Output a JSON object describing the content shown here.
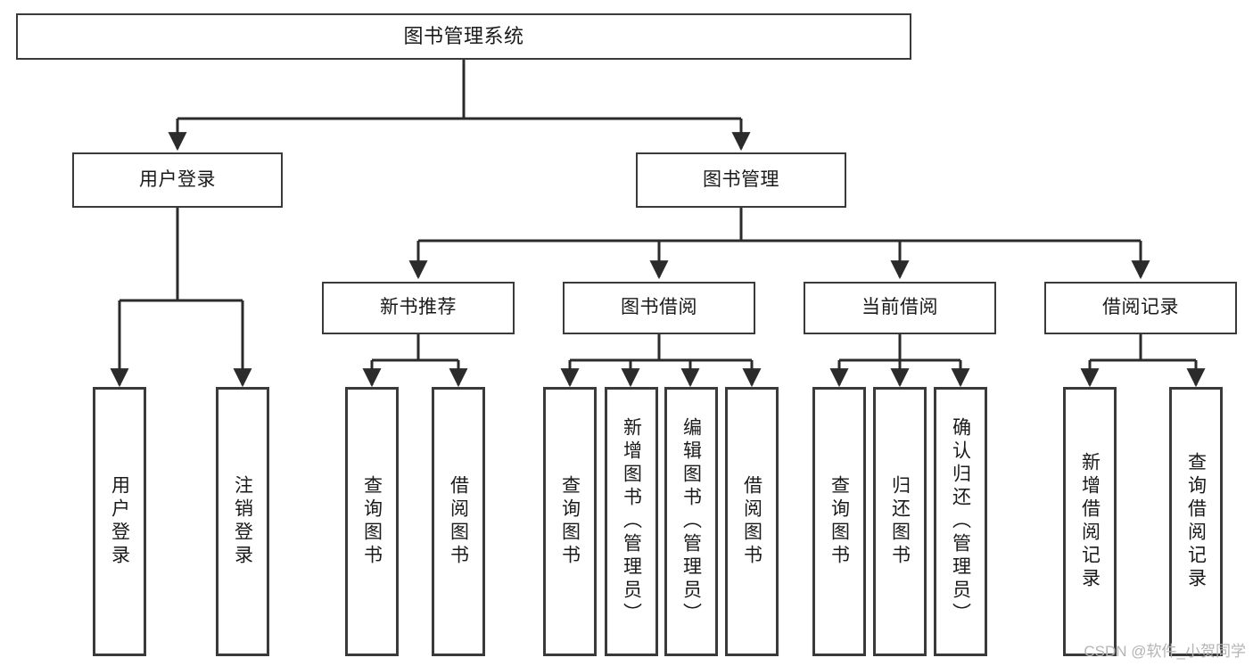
{
  "diagram": {
    "title": "图书管理系统",
    "type": "tree",
    "colors": {
      "box_border": "#3a3a3a",
      "box_fill": "#ffffff",
      "edge": "#2b2b2b",
      "text": "#1a1a1a",
      "watermark": "#b4b4b4",
      "background": "#ffffff"
    },
    "watermark": "CSDN @软件_小贺同学",
    "nodes": {
      "root": {
        "label": "图书管理系统"
      },
      "level1": [
        {
          "id": "user-login",
          "label": "用户登录"
        },
        {
          "id": "book-manage",
          "label": "图书管理"
        }
      ],
      "level2": [
        {
          "id": "new-book-recommend",
          "label": "新书推荐"
        },
        {
          "id": "book-borrow",
          "label": "图书借阅"
        },
        {
          "id": "current-borrow",
          "label": "当前借阅"
        },
        {
          "id": "borrow-record",
          "label": "借阅记录"
        }
      ],
      "leaves": {
        "user-login": [
          {
            "id": "leaf-user-login",
            "label": "用户登录"
          },
          {
            "id": "leaf-user-logout",
            "label": "注销登录"
          }
        ],
        "new-book-recommend": [
          {
            "id": "leaf-query-book-1",
            "label": "查询图书"
          },
          {
            "id": "leaf-borrow-book-1",
            "label": "借阅图书"
          }
        ],
        "book-borrow": [
          {
            "id": "leaf-query-book-2",
            "label": "查询图书"
          },
          {
            "id": "leaf-add-book",
            "label": "新增图书（管理员）"
          },
          {
            "id": "leaf-edit-book",
            "label": "编辑图书（管理员）"
          },
          {
            "id": "leaf-borrow-book-2",
            "label": "借阅图书"
          }
        ],
        "current-borrow": [
          {
            "id": "leaf-query-book-3",
            "label": "查询图书"
          },
          {
            "id": "leaf-return-book",
            "label": "归还图书"
          },
          {
            "id": "leaf-confirm-return",
            "label": "确认归还（管理员）"
          }
        ],
        "borrow-record": [
          {
            "id": "leaf-add-record",
            "label": "新增借阅记录"
          },
          {
            "id": "leaf-query-record",
            "label": "查询借阅记录"
          }
        ]
      }
    }
  }
}
